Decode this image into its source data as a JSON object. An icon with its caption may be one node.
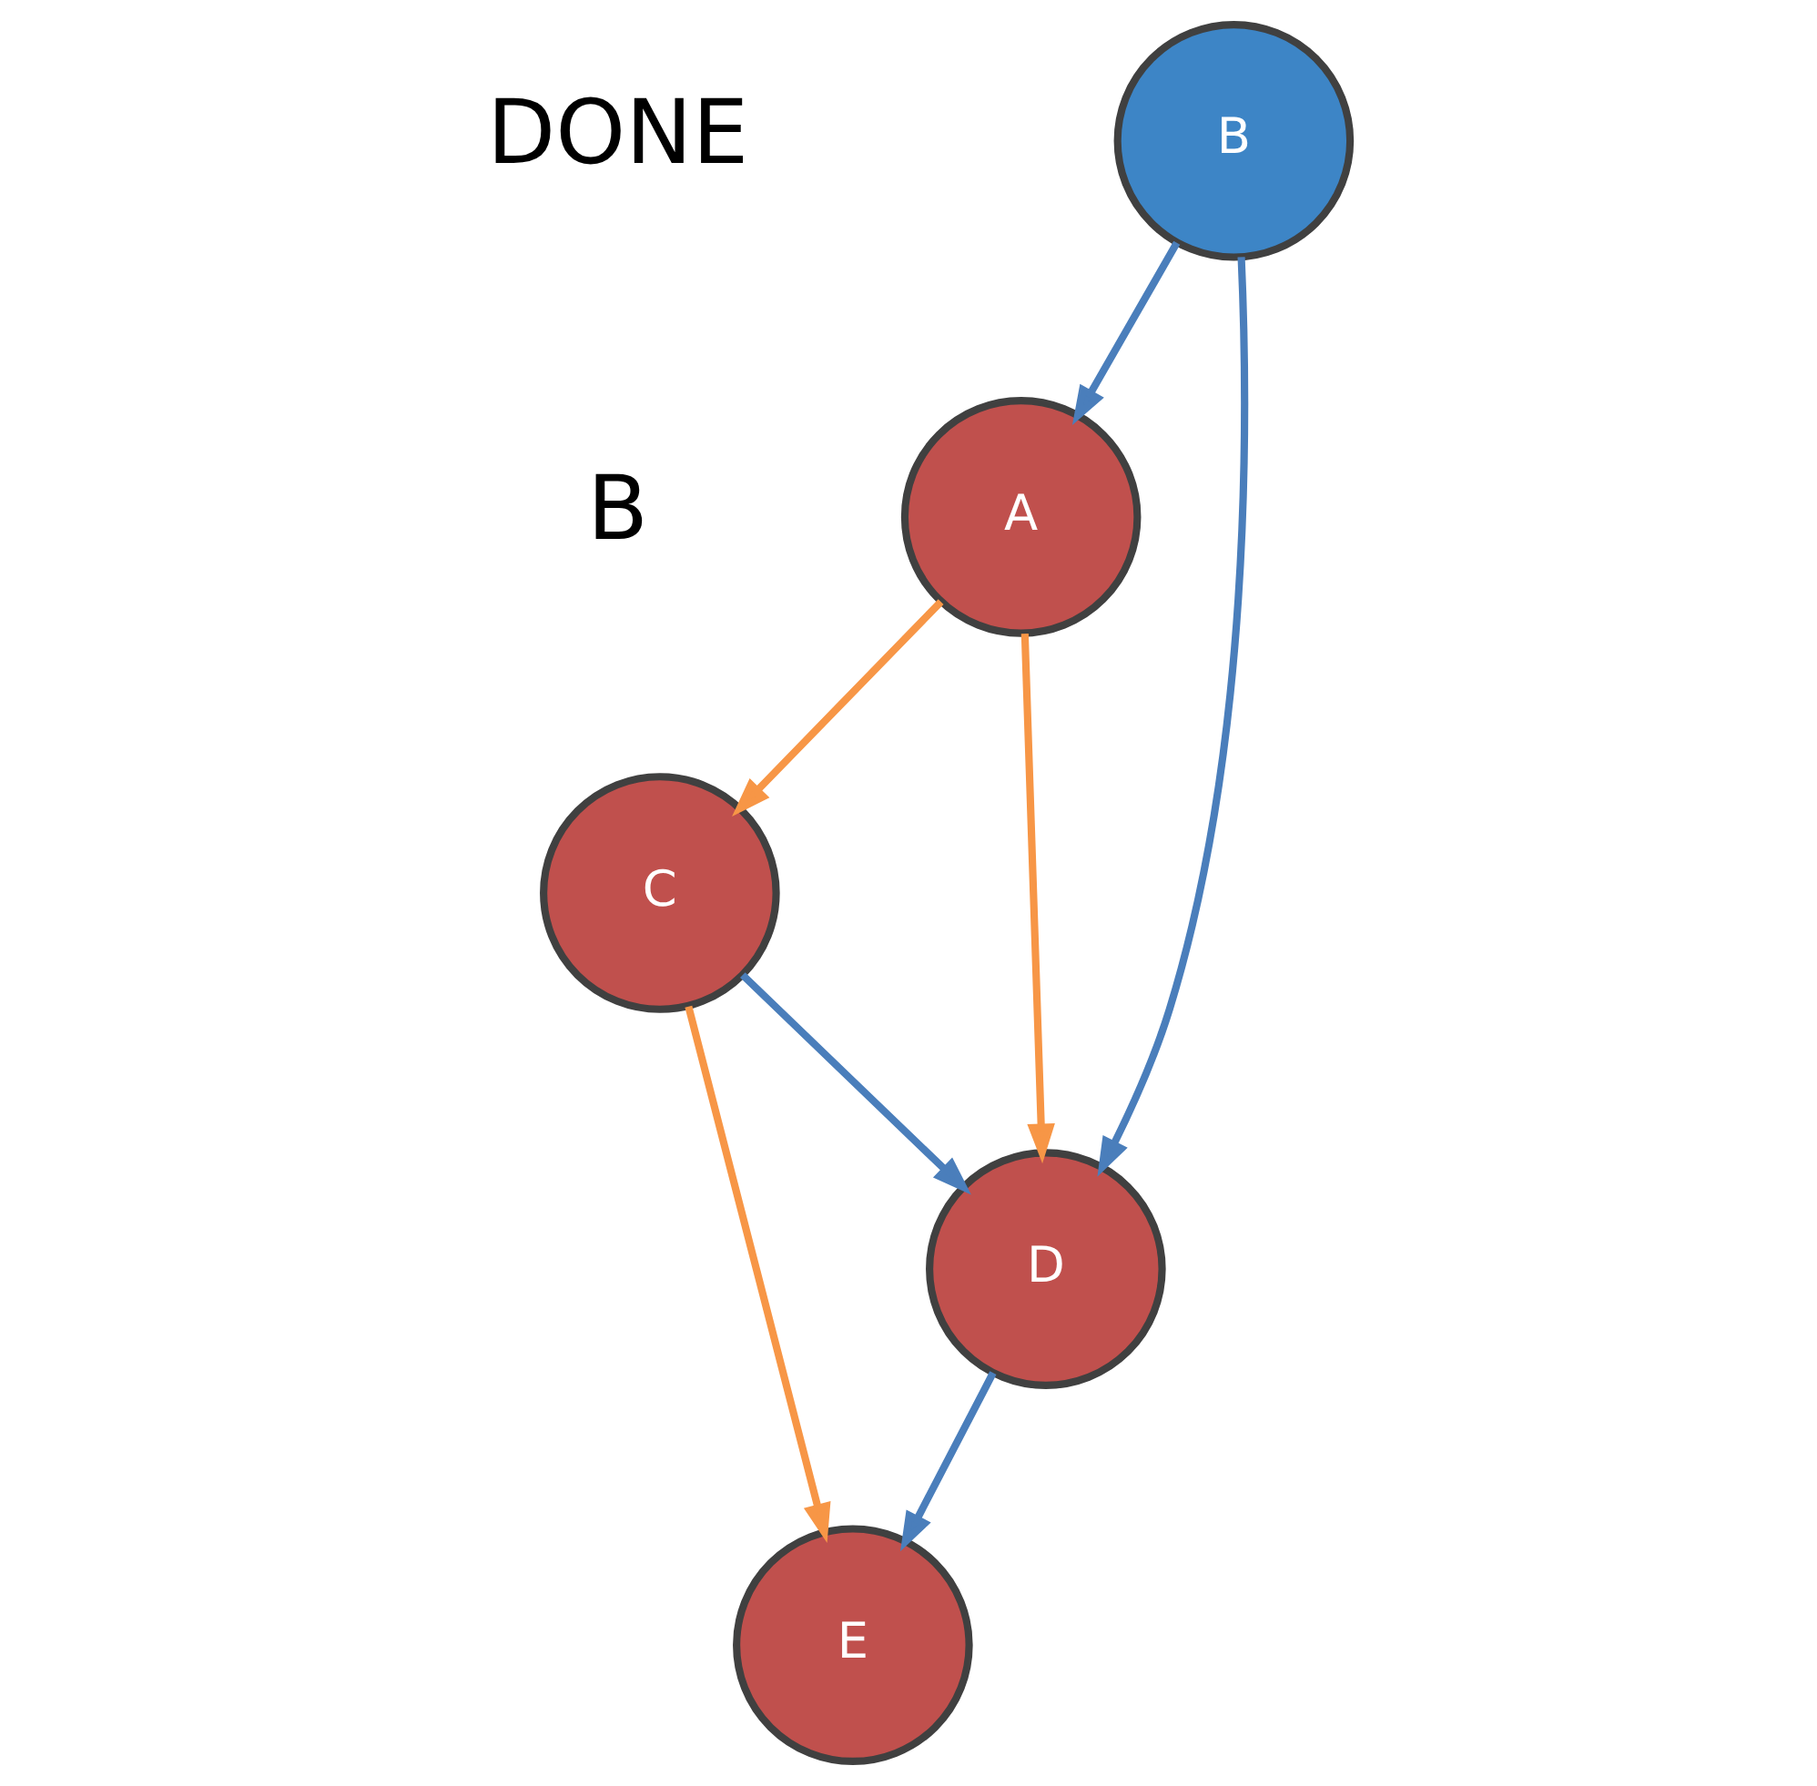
{
  "diagram": {
    "nodes": [
      {
        "text": [
          "B"
        ]
      },
      {
        "text": [
          "A"
        ]
      },
      {
        "text": [
          "C"
        ]
      },
      {
        "text": [
          "D"
        ]
      },
      {
        "text": [
          "E"
        ]
      }
    ],
    "edges": [
      {
        "from": 0,
        "to": 1,
        "arrow": "to"
      },
      {
        "from": 0,
        "to": 3,
        "arrow": "to"
      },
      {
        "from": 1,
        "to": 2,
        "arrow": "to",
        "color": "#f79646"
      },
      {
        "from": 1,
        "to": 3,
        "arrow": "to",
        "color": "#f79646"
      },
      {
        "from": 2,
        "to": 3,
        "arrow": "to"
      },
      {
        "from": 2,
        "to": 4,
        "arrow": "to",
        "color": "#f79646"
      },
      {
        "from": 3,
        "to": 4,
        "arrow": "to"
      }
    ],
    "labels": [
      "DONE",
      "B"
    ]
  }
}
